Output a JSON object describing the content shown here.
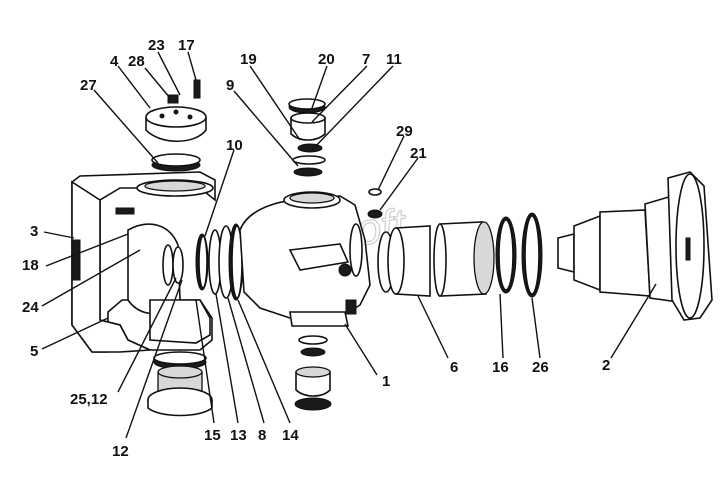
{
  "watermark": "AutoSoft",
  "labels": [
    {
      "id": "l23",
      "text": "23"
    },
    {
      "id": "l17",
      "text": "17"
    },
    {
      "id": "l4",
      "text": "4"
    },
    {
      "id": "l28",
      "text": "28"
    },
    {
      "id": "l27",
      "text": "27"
    },
    {
      "id": "l19",
      "text": "19"
    },
    {
      "id": "l20",
      "text": "20"
    },
    {
      "id": "l7",
      "text": "7"
    },
    {
      "id": "l11",
      "text": "11"
    },
    {
      "id": "l9",
      "text": "9"
    },
    {
      "id": "l10",
      "text": "10"
    },
    {
      "id": "l29",
      "text": "29"
    },
    {
      "id": "l21",
      "text": "21"
    },
    {
      "id": "l3",
      "text": "3"
    },
    {
      "id": "l18",
      "text": "18"
    },
    {
      "id": "l24",
      "text": "24"
    },
    {
      "id": "l5",
      "text": "5"
    },
    {
      "id": "l1",
      "text": "1"
    },
    {
      "id": "l6",
      "text": "6"
    },
    {
      "id": "l16",
      "text": "16"
    },
    {
      "id": "l26",
      "text": "26"
    },
    {
      "id": "l2",
      "text": "2"
    },
    {
      "id": "l2512",
      "text": "25,12"
    },
    {
      "id": "l12",
      "text": "12"
    },
    {
      "id": "l15",
      "text": "15"
    },
    {
      "id": "l13",
      "text": "13"
    },
    {
      "id": "l8",
      "text": "8"
    },
    {
      "id": "l14",
      "text": "14"
    }
  ]
}
